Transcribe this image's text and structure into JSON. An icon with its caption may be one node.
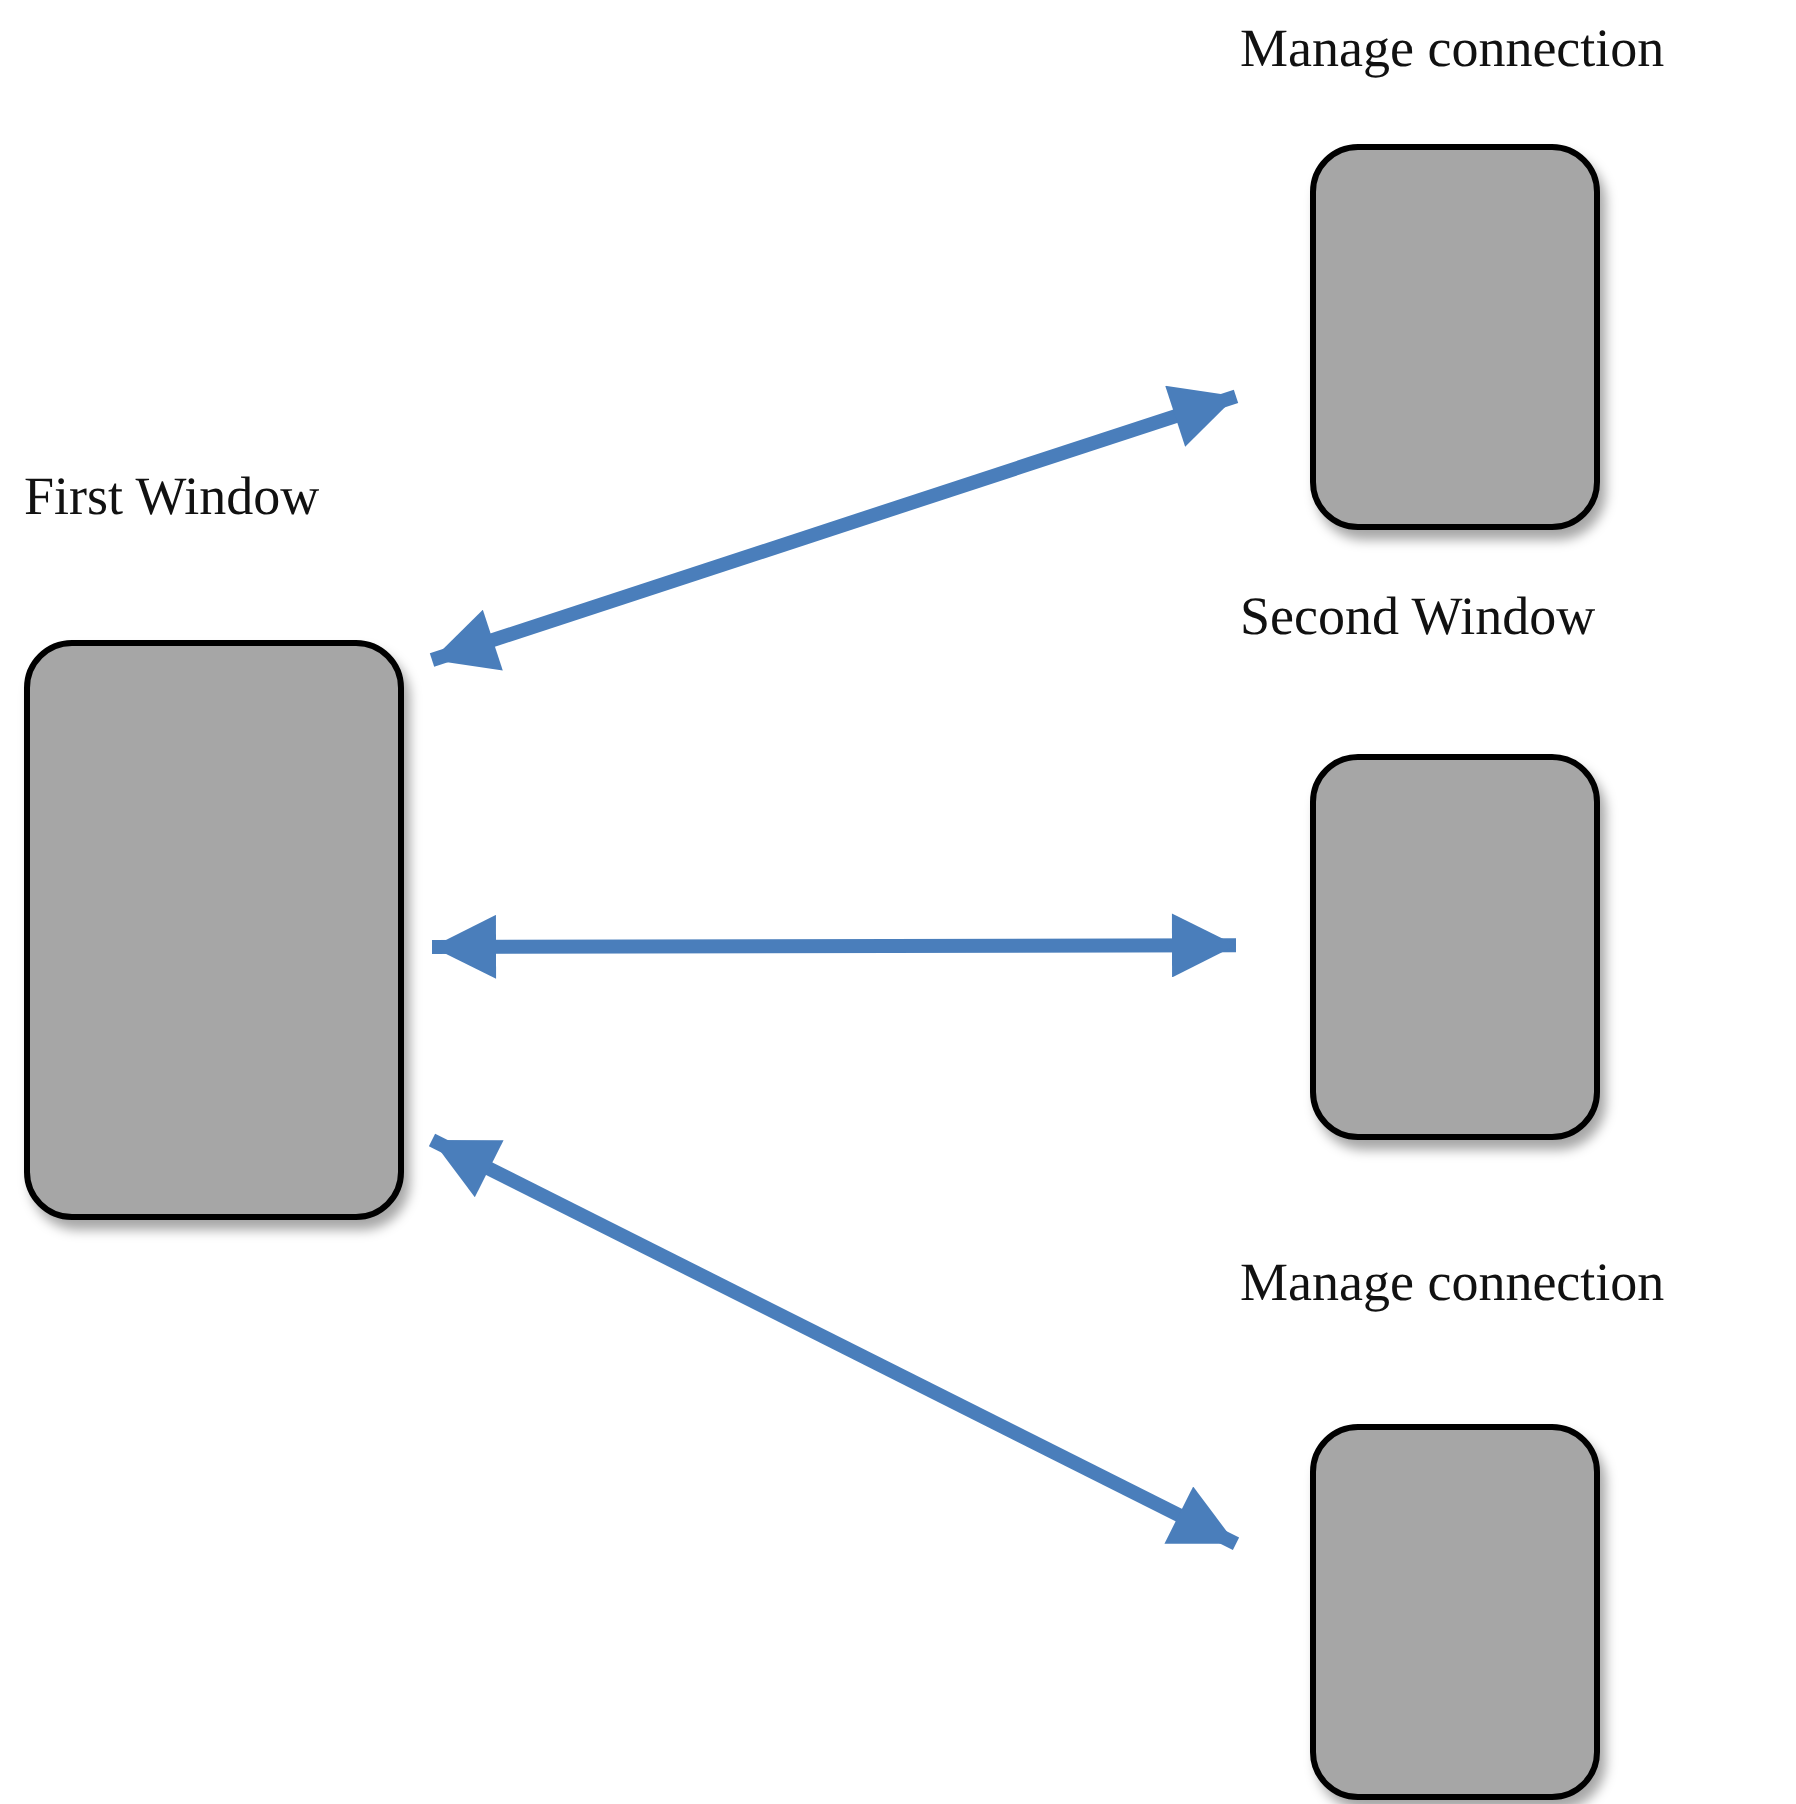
{
  "diagram": {
    "nodes": [
      {
        "text": [
          "First Window"
        ]
      },
      {
        "text": [
          "Manage connection"
        ]
      },
      {
        "text": [
          "Second Window"
        ]
      },
      {
        "text": [
          "Manage connection"
        ]
      }
    ],
    "edges": [
      {
        "from": 0,
        "to": 1,
        "arrow": "both"
      },
      {
        "from": 0,
        "to": 2,
        "arrow": "both"
      },
      {
        "from": 0,
        "to": 3,
        "arrow": "both"
      }
    ]
  }
}
